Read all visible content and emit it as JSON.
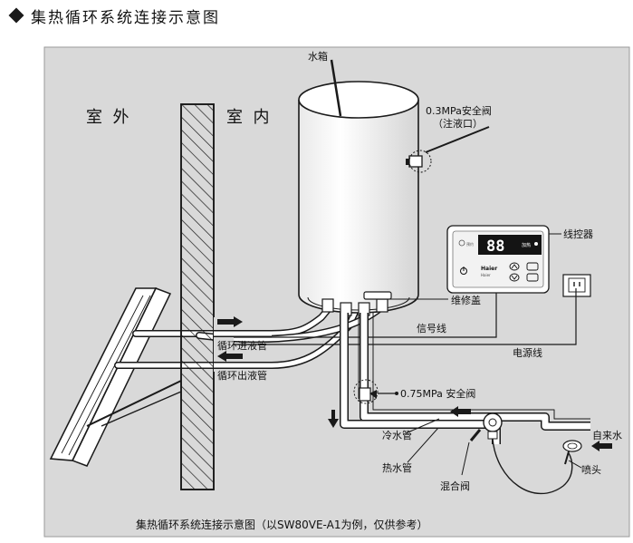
{
  "page_title": "集热循环系统连接示意图",
  "labels": {
    "outdoor": "室  外",
    "indoor": "室  内",
    "tank": "水箱",
    "safety_valve_top": "0.3MPa安全阀",
    "safety_valve_top_note": "（注液口）",
    "wire_controller": "线控器",
    "maintenance_cover": "维修盖",
    "signal_line": "信号线",
    "power_line": "电源线",
    "circ_inlet": "循环进液管",
    "circ_outlet": "循环出液管",
    "safety_valve_low": "0.75MPa 安全阀",
    "cold_pipe": "冷水管",
    "tap_water": "自来水",
    "hot_pipe": "热水管",
    "mixing_valve": "混合阀",
    "shower_head": "喷头",
    "caption": "集热循环系统连接示意图（以SW80VE-A1为例，仅供参考）"
  },
  "controller": {
    "display": "88",
    "brand": "Haier",
    "brand_sub": "Haier",
    "mode_text": "加热",
    "left_text": "预约"
  },
  "colors": {
    "background_panel": "#d9d9d9",
    "line": "#1a1a1a",
    "pipe_fill": "#ffffff",
    "controller_screen": "#141414",
    "controller_digits": "#ffffff"
  }
}
